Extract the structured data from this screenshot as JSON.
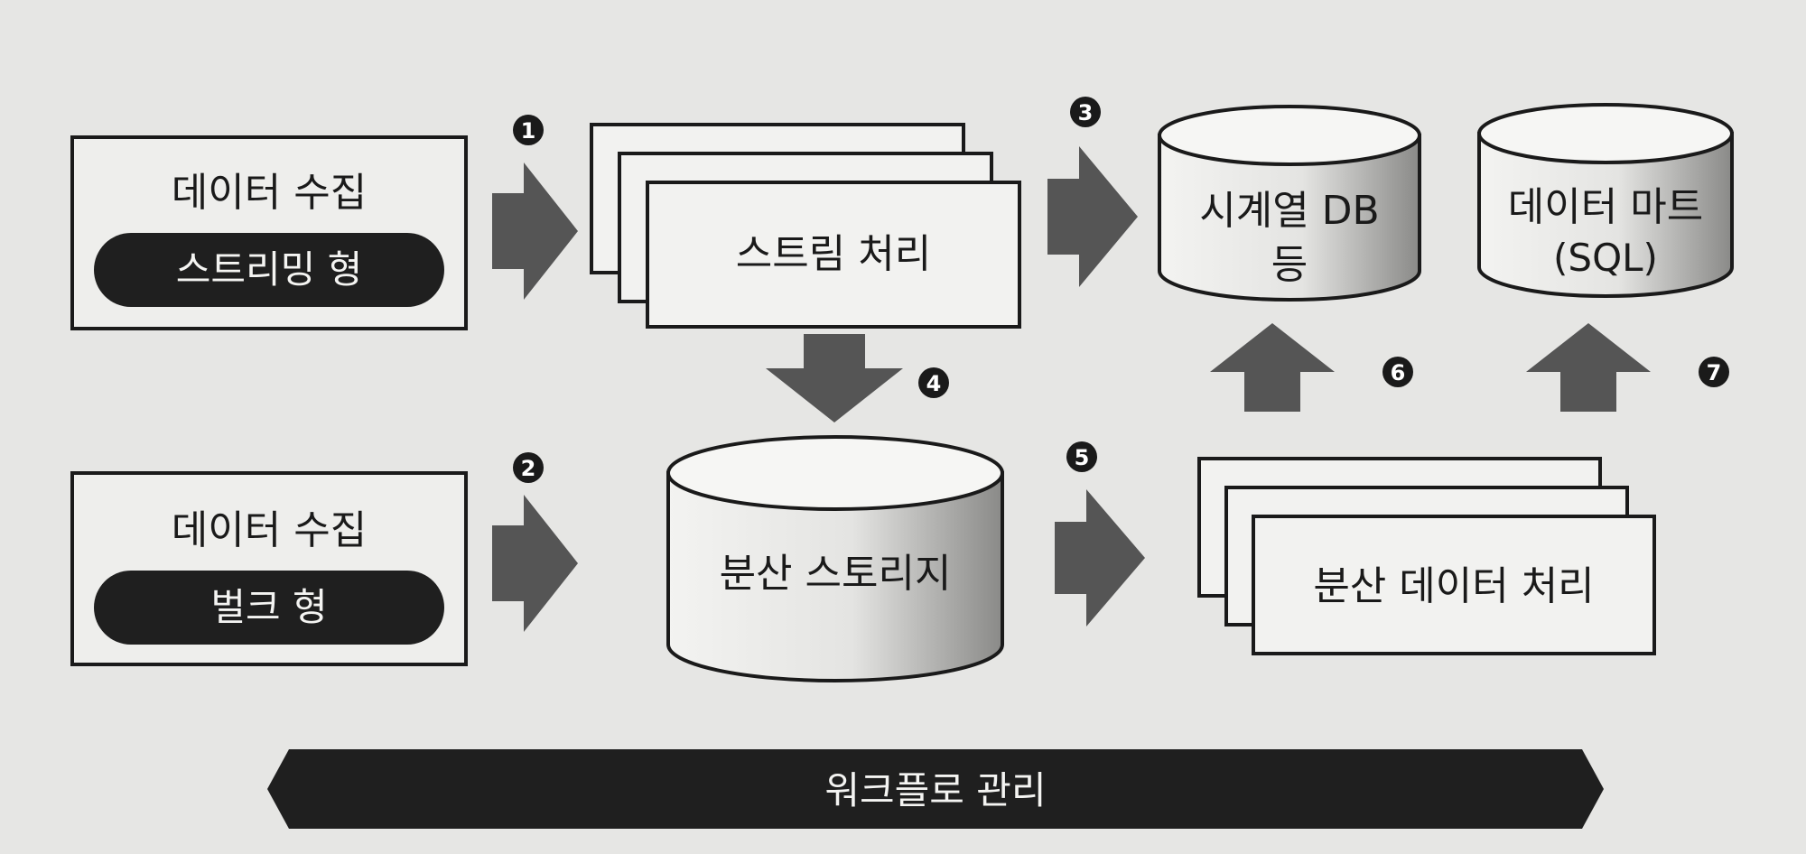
{
  "collect_streaming": {
    "title": "데이터 수집",
    "type": "스트리밍 형"
  },
  "collect_bulk": {
    "title": "데이터 수집",
    "type": "벌크 형"
  },
  "stream_processing": {
    "label": "스트림 처리"
  },
  "timeseries_db": {
    "line1": "시계열 DB",
    "line2": "등"
  },
  "data_mart": {
    "line1": "데이터 마트",
    "line2": "(SQL)"
  },
  "distributed_storage": {
    "label": "분산 스토리지"
  },
  "distributed_processing": {
    "label": "분산 데이터 처리"
  },
  "workflow": {
    "label": "워크플로 관리"
  },
  "step_numbers": [
    "1",
    "2",
    "3",
    "4",
    "5",
    "6",
    "7"
  ]
}
